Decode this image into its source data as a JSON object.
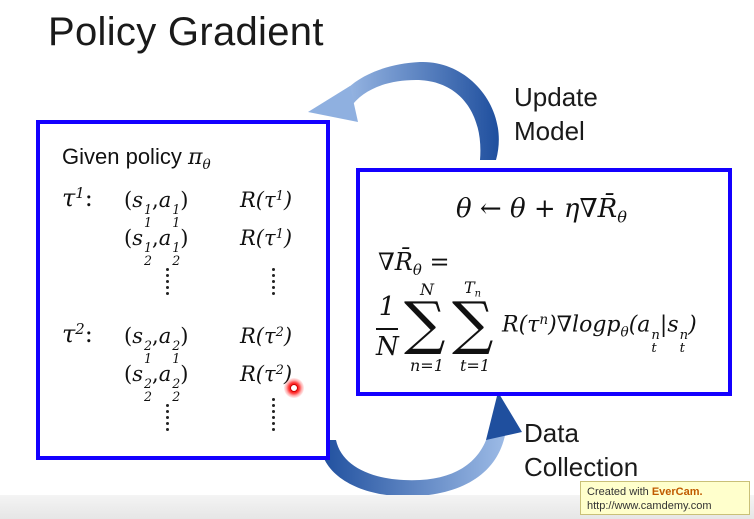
{
  "slide": {
    "title": "Policy Gradient",
    "update_caption_line1": "Update",
    "update_caption_line2": "Model",
    "data_caption_line1": "Data",
    "data_caption_line2": "Collection"
  },
  "left_box": {
    "given_text": "Given policy",
    "policy_symbol": "π",
    "policy_sub": "θ",
    "trajectories": [
      {
        "label": "τ",
        "label_sup": "1",
        "rows": [
          {
            "s_sub": "1",
            "s_sup": "1",
            "a_sub": "1",
            "a_sup": "1",
            "reward_sup": "1"
          },
          {
            "s_sub": "2",
            "s_sup": "1",
            "a_sub": "2",
            "a_sup": "1",
            "reward_sup": "1"
          }
        ]
      },
      {
        "label": "τ",
        "label_sup": "2",
        "rows": [
          {
            "s_sub": "1",
            "s_sup": "2",
            "a_sub": "1",
            "a_sup": "2",
            "reward_sup": "2"
          },
          {
            "s_sub": "2",
            "s_sup": "2",
            "a_sub": "2",
            "a_sup": "2",
            "reward_sup": "2"
          }
        ]
      }
    ],
    "reward_fn": "R(τ",
    "reward_close": ")"
  },
  "right_box": {
    "update_rule": "θ ← θ + η∇R̄",
    "update_rule_sub": "θ",
    "grad_lhs": "∇R̄",
    "grad_lhs_sub": "θ",
    "grad_eq": "=",
    "frac_num": "1",
    "frac_den": "N",
    "sum1_upper": "N",
    "sum1_lower": "n=1",
    "sum2_upper": "T",
    "sum2_upper_sub": "n",
    "sum2_lower": "t=1",
    "summand": "R(τ",
    "summand_sup": "n",
    "summand_mid": ")∇logp",
    "summand_p_sub": "θ",
    "summand_arg_open": "(a",
    "summand_arg_a_sup": "n",
    "summand_arg_a_sub": "t",
    "summand_bar": "|s",
    "summand_arg_s_sup": "n",
    "summand_arg_s_sub": "t",
    "summand_close": ")"
  },
  "watermark": {
    "line1_prefix": "Created with ",
    "line1_brand": "EverCam.",
    "line2": "http://www.camdemy.com"
  },
  "colors": {
    "box_border": "#1400ff",
    "arrow_light": "#9dbbe6",
    "arrow_dark": "#1f4f9e"
  }
}
